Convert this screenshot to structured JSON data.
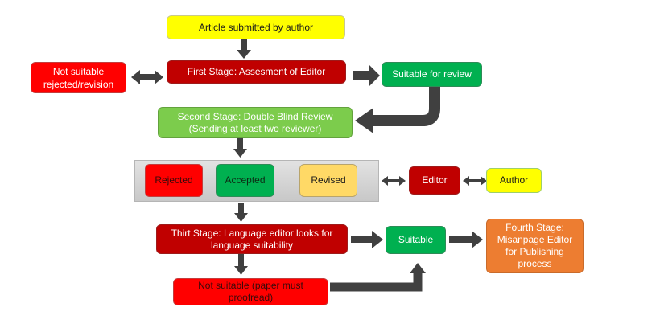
{
  "diagram": {
    "nodes": {
      "submitted": "Article submitted by author",
      "first_stage": "First Stage: Assesment of Editor",
      "not_suitable_first": "Not suitable rejected/revision",
      "suitable_for_review": "Suitable for review",
      "second_stage_line1": "Second Stage: Double Blind Review",
      "second_stage_line2": "(Sending at least two reviewer)",
      "rejected": "Rejected",
      "accepted": "Accepted",
      "revised": "Revised",
      "editor": "Editor",
      "author": "Author",
      "third_stage_line1": "Thirt Stage: Language editor looks for",
      "third_stage_line2": "language suitability",
      "suitable": "Suitable",
      "not_suitable_third_line1": "Not suitable (paper must",
      "not_suitable_third_line2": "proofread)",
      "fourth_stage_line1": "Fourth Stage:",
      "fourth_stage_line2": "Misanpage Editor",
      "fourth_stage_line3": "for Publishing",
      "fourth_stage_line4": "process"
    },
    "colors": {
      "yellow": "#ffff00",
      "dark_red": "#c00000",
      "red": "#ff0000",
      "green": "#00b050",
      "light_green": "#7ccc4c",
      "gold": "#ffd966",
      "orange": "#ed7d31",
      "arrow": "#404040"
    },
    "edges": [
      {
        "from": "submitted",
        "to": "first_stage",
        "type": "arrow"
      },
      {
        "from": "first_stage",
        "to": "not_suitable_first",
        "type": "double-arrow"
      },
      {
        "from": "first_stage",
        "to": "suitable_for_review",
        "type": "arrow"
      },
      {
        "from": "suitable_for_review",
        "to": "second_stage",
        "type": "bent-arrow"
      },
      {
        "from": "second_stage",
        "to": "review-outcomes",
        "type": "arrow"
      },
      {
        "from": "review-outcomes",
        "to": "editor",
        "type": "double-arrow"
      },
      {
        "from": "editor",
        "to": "author",
        "type": "double-arrow"
      },
      {
        "from": "review-outcomes",
        "to": "third_stage",
        "type": "arrow"
      },
      {
        "from": "third_stage",
        "to": "suitable",
        "type": "arrow"
      },
      {
        "from": "third_stage",
        "to": "not_suitable_third",
        "type": "arrow"
      },
      {
        "from": "not_suitable_third",
        "to": "suitable",
        "type": "bent-arrow"
      },
      {
        "from": "suitable",
        "to": "fourth_stage",
        "type": "arrow"
      }
    ]
  }
}
